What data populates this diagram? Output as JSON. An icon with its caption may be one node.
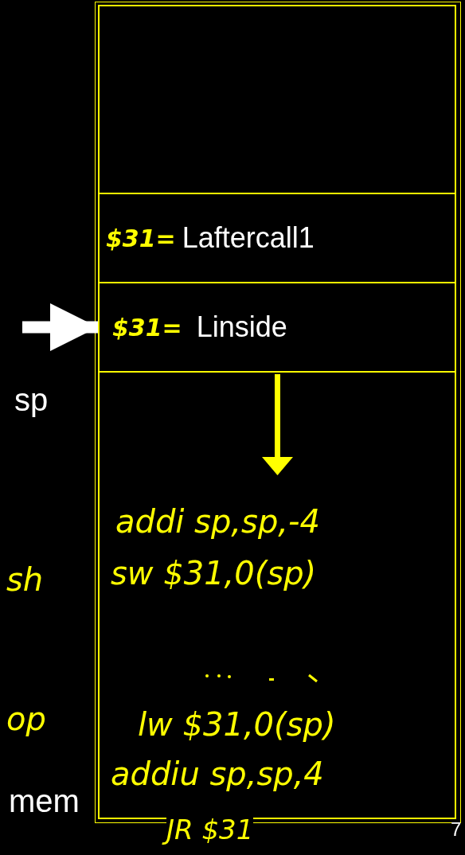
{
  "diagram": {
    "nodes": [
      {
        "text": [],
        "shape": "box",
        "beside": [
          "mem"
        ]
      },
      {
        "text": [],
        "shape": "box",
        "in": 0
      },
      {
        "text": [
          "$31=",
          "Laftercall1"
        ],
        "in": 0
      },
      {
        "text": [
          "$31=",
          "Linside"
        ],
        "in": 0
      },
      {
        "text": [
          "addi sp,sp,-4",
          "sw $31,0(sp)",
          "lw $31,0(sp)",
          "addiu sp,sp,4",
          "JR $31"
        ],
        "in": 0
      }
    ],
    "edges": [
      {
        "from": null,
        "to": 3,
        "arrow": "to"
      }
    ],
    "labels": [
      "sp",
      "sh",
      "op",
      "7"
    ]
  }
}
